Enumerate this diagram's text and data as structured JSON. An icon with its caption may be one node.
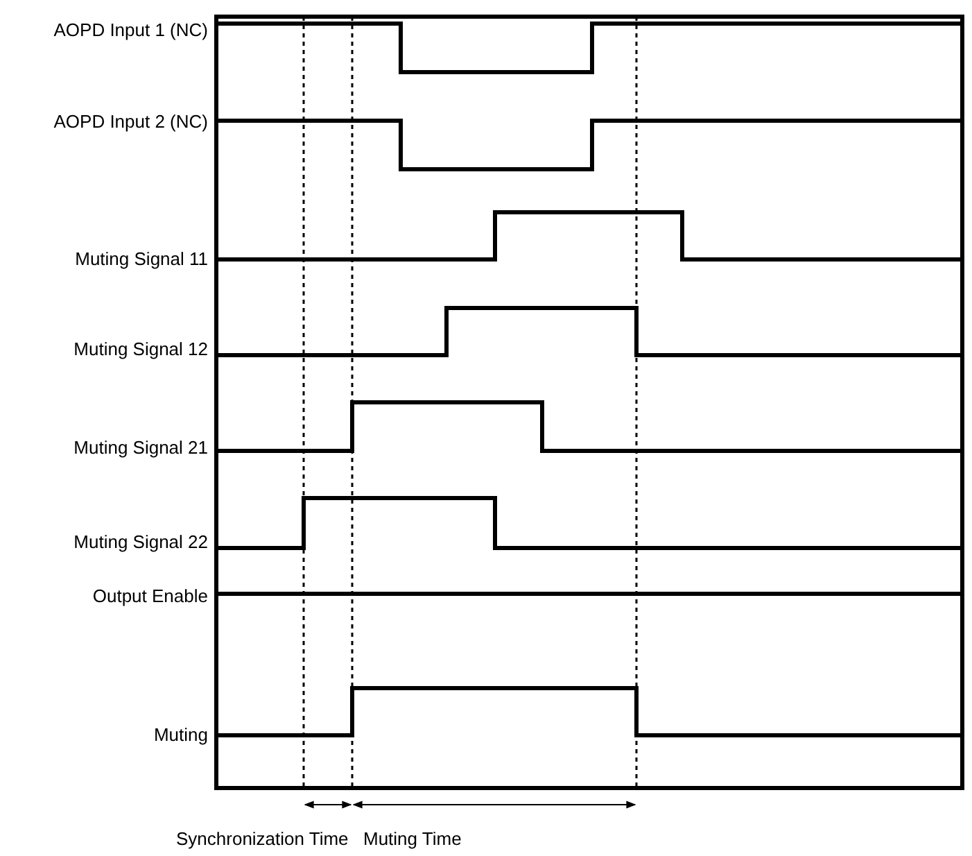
{
  "diagram": {
    "labels": [
      "AOPD Input 1 (NC)",
      "AOPD Input 2 (NC)",
      "Muting Signal 11",
      "Muting Signal 12",
      "Muting Signal 21",
      "Muting Signal 22",
      "Output Enable",
      "Muting",
      "Synchronization Time",
      "Muting Time"
    ]
  }
}
